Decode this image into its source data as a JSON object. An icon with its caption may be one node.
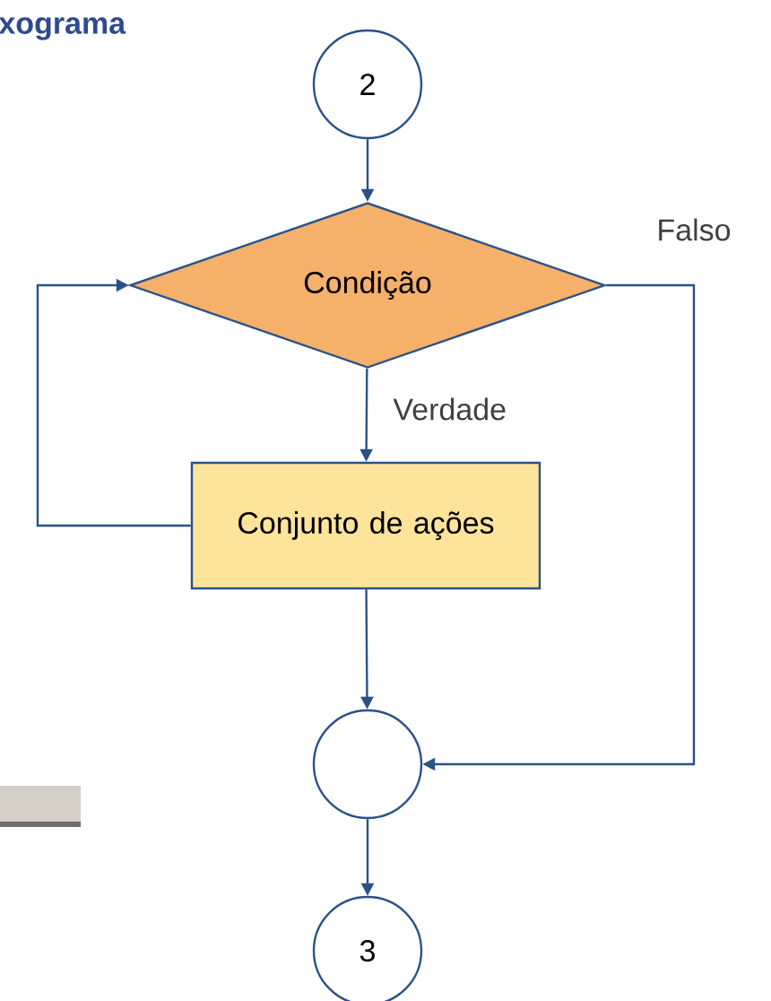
{
  "diagram": {
    "title": "xograma",
    "nodes": [
      {
        "text": [
          "2"
        ]
      },
      {
        "text": [
          "Condição"
        ]
      },
      {
        "text": [
          "Conjunto de ações"
        ]
      },
      {
        "text": [],
        "shape": "circle"
      },
      {
        "text": [
          "3"
        ]
      }
    ],
    "edges": [
      {
        "from": 0,
        "to": 1,
        "arrow": "to"
      },
      {
        "from": 1,
        "to": 2,
        "arrow": "to",
        "label": "Verdade"
      },
      {
        "from": 2,
        "to": 1,
        "arrow": "to"
      },
      {
        "from": 1,
        "to": 3,
        "arrow": "to",
        "label": "Falso"
      },
      {
        "from": 2,
        "to": 3,
        "arrow": "to"
      },
      {
        "from": 3,
        "to": 4,
        "arrow": "to"
      }
    ]
  }
}
